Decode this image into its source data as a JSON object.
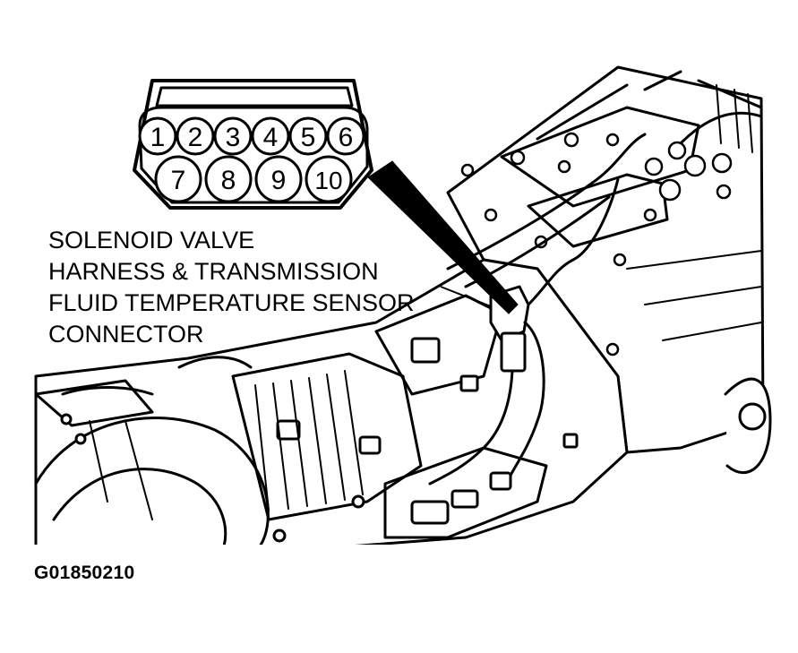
{
  "connector": {
    "pins_top": [
      "1",
      "2",
      "3",
      "4",
      "5",
      "6"
    ],
    "pins_bottom": [
      "7",
      "8",
      "9",
      "10"
    ]
  },
  "callout": {
    "lines": [
      "SOLENOID VALVE",
      "HARNESS & TRANSMISSION",
      "FLUID TEMPERATURE SENSOR",
      "CONNECTOR"
    ]
  },
  "figure_id": "G01850210",
  "colors": {
    "ink": "#000000",
    "paper": "#ffffff"
  }
}
